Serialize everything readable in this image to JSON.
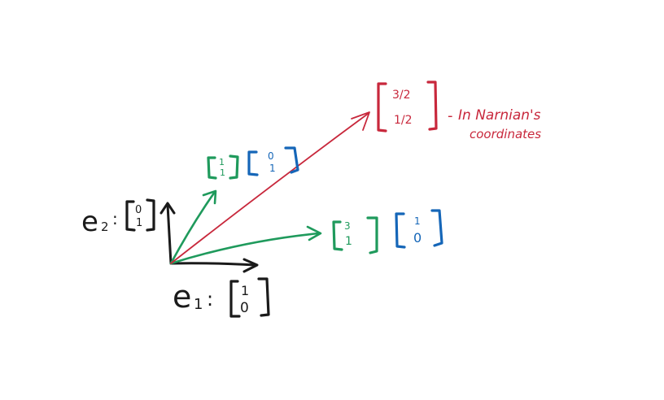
{
  "colors": {
    "black": "#1a1a1a",
    "green": "#1f9a5c",
    "blue": "#1566b8",
    "red": "#c8283c"
  },
  "basis": {
    "e1": {
      "name": "e",
      "subscript": "1",
      "eq": ":",
      "top": "1",
      "bottom": "0"
    },
    "e2": {
      "name": "e",
      "subscript": "2",
      "eq": ":",
      "top": "0",
      "bottom": "1"
    }
  },
  "green_upper": {
    "std_top": "1",
    "std_bottom": "1",
    "narn_top": "0",
    "narn_bottom": "1"
  },
  "green_lower": {
    "std_top": "3",
    "std_bottom": "1",
    "narn_top": "1",
    "narn_bottom": "0"
  },
  "red_vector": {
    "top": "3/2",
    "bottom": "1/2"
  },
  "annotation": {
    "dash": "-",
    "line1": "In Narnian's",
    "line2": "coordinates"
  }
}
